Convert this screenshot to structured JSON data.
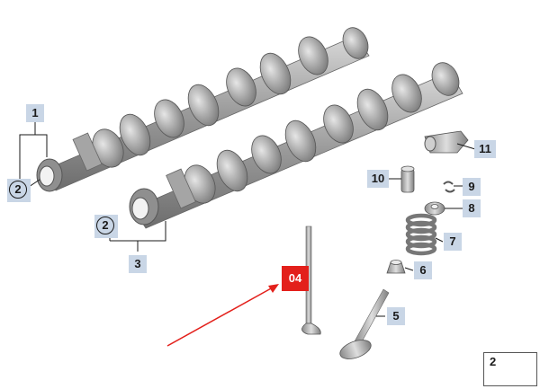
{
  "callouts": {
    "p1": "1",
    "p2a": "2",
    "p2b": "2",
    "p3": "3",
    "p5": "5",
    "p6": "6",
    "p7": "7",
    "p8": "8",
    "p9": "9",
    "p10": "10",
    "p11": "11"
  },
  "reference_badge": {
    "label": "04",
    "color": "#e3201b"
  },
  "inset": {
    "label": "2"
  },
  "colors": {
    "label_bg": "#c9d6e6",
    "part_gray": "#b9b9b9",
    "arrow": "#e3201b"
  }
}
